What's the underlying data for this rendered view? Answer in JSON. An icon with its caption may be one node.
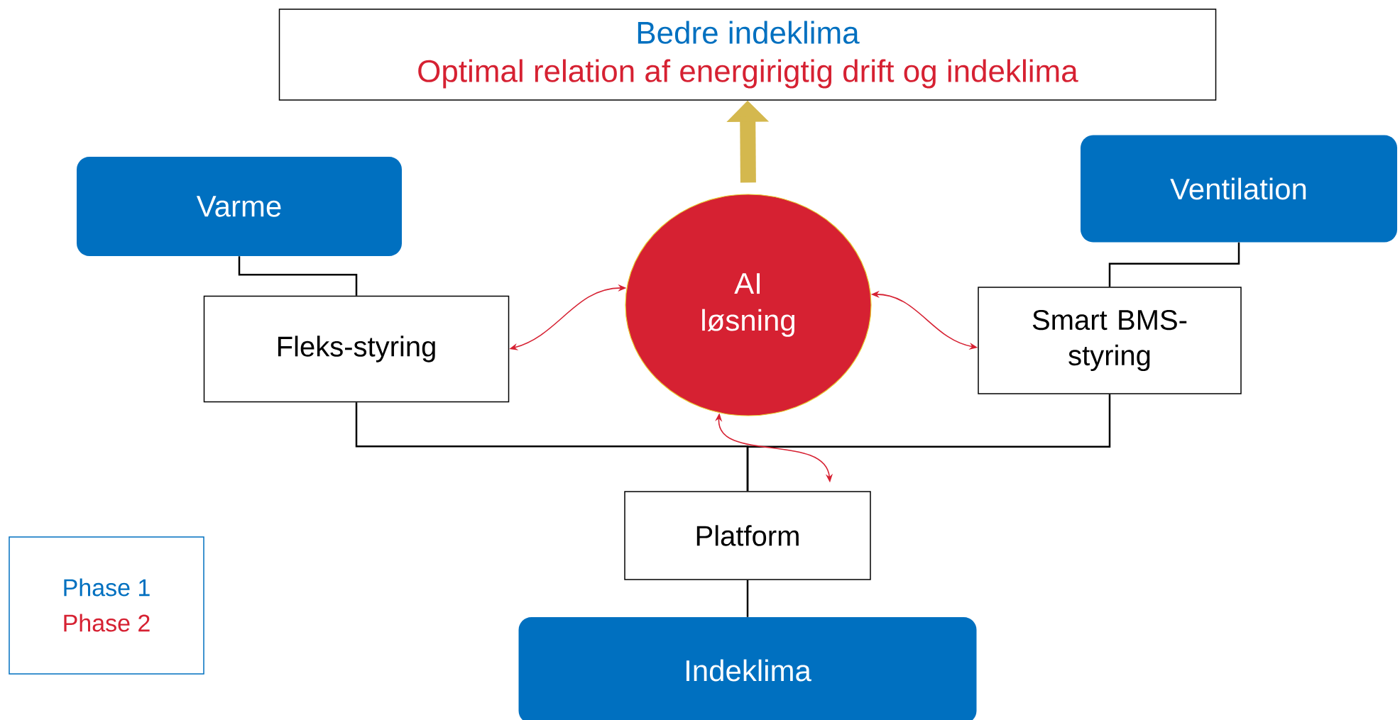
{
  "diagram": {
    "nodes": [
      {
        "text": [
          "Bedre indeklima",
          "Optimal relation af energirigtig drift og indeklima"
        ]
      },
      {
        "text": [
          "Varme"
        ]
      },
      {
        "text": [
          "Ventilation"
        ]
      },
      {
        "text": [
          "Fleks-styring"
        ]
      },
      {
        "text": [
          "AI løsning"
        ]
      },
      {
        "text": [
          "Smart BMS-styring"
        ]
      },
      {
        "text": [
          "Platform"
        ]
      },
      {
        "text": [
          "Indeklima"
        ]
      }
    ],
    "edges": [
      {
        "from": 1,
        "to": 3,
        "arrow": "none"
      },
      {
        "from": 2,
        "to": 5,
        "arrow": "none"
      },
      {
        "from": 3,
        "to": 6,
        "arrow": "none"
      },
      {
        "from": 5,
        "to": 6,
        "arrow": "none"
      },
      {
        "from": 6,
        "to": 7,
        "arrow": "none"
      },
      {
        "from": 4,
        "to": 3,
        "arrow": "both",
        "color": "#d62132"
      },
      {
        "from": 4,
        "to": 5,
        "arrow": "both",
        "color": "#d62132"
      },
      {
        "from": 4,
        "to": 6,
        "arrow": "both",
        "color": "#d62132"
      },
      {
        "from": 4,
        "to": 0,
        "arrow": "to",
        "style": "thick",
        "color": "#d4b84e"
      }
    ],
    "legend": [
      {
        "text": "Phase 1",
        "color": "#0070c0"
      },
      {
        "text": "Phase 2",
        "color": "#d62132"
      }
    ]
  }
}
